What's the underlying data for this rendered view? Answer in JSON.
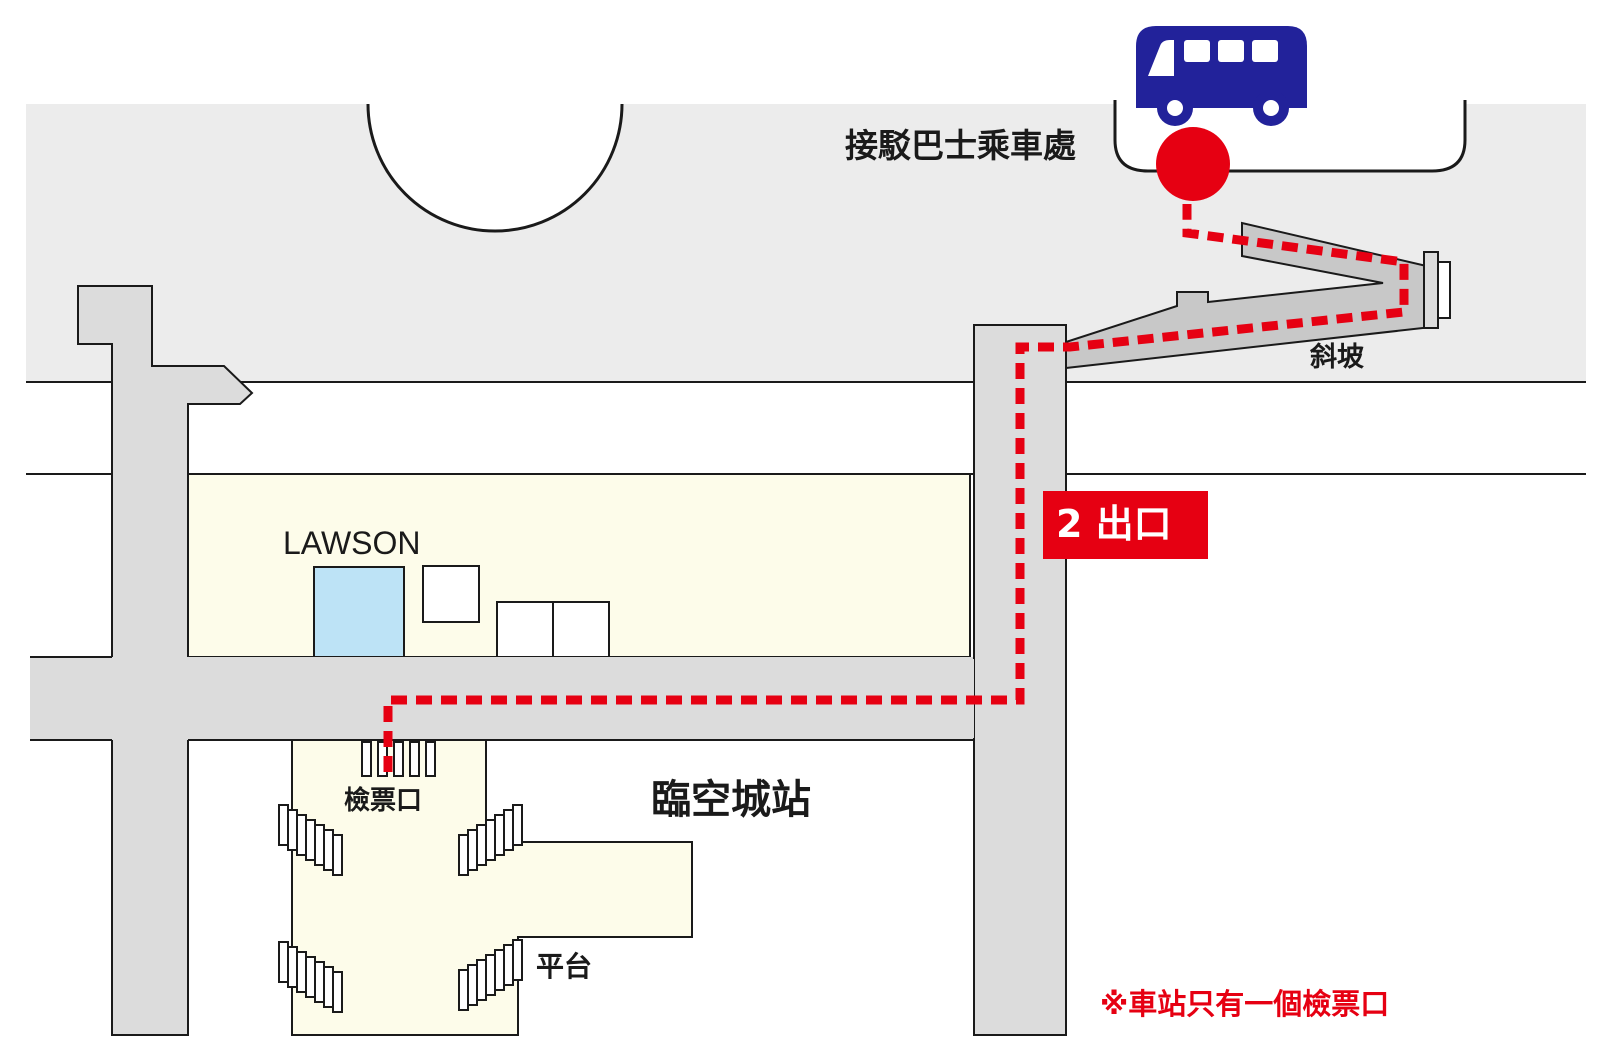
{
  "labels": {
    "bus_stop": "接駁巴士乘車處",
    "ramp": "斜坡",
    "exit": "2 出口",
    "store": "LAWSON",
    "station": "臨空城站",
    "ticket_gate": "檢票口",
    "platform": "平台",
    "note": "※車站只有一個檢票口"
  },
  "colors": {
    "corridor": "#dcdcdc",
    "plaza": "#ececec",
    "station_floor": "#fdfcea",
    "route": "#e60012",
    "bus": "#22229a",
    "store_door": "#bde3f6",
    "outline": "#1a1a1a"
  },
  "icons": [
    "bus-icon",
    "bus-stop-marker"
  ]
}
